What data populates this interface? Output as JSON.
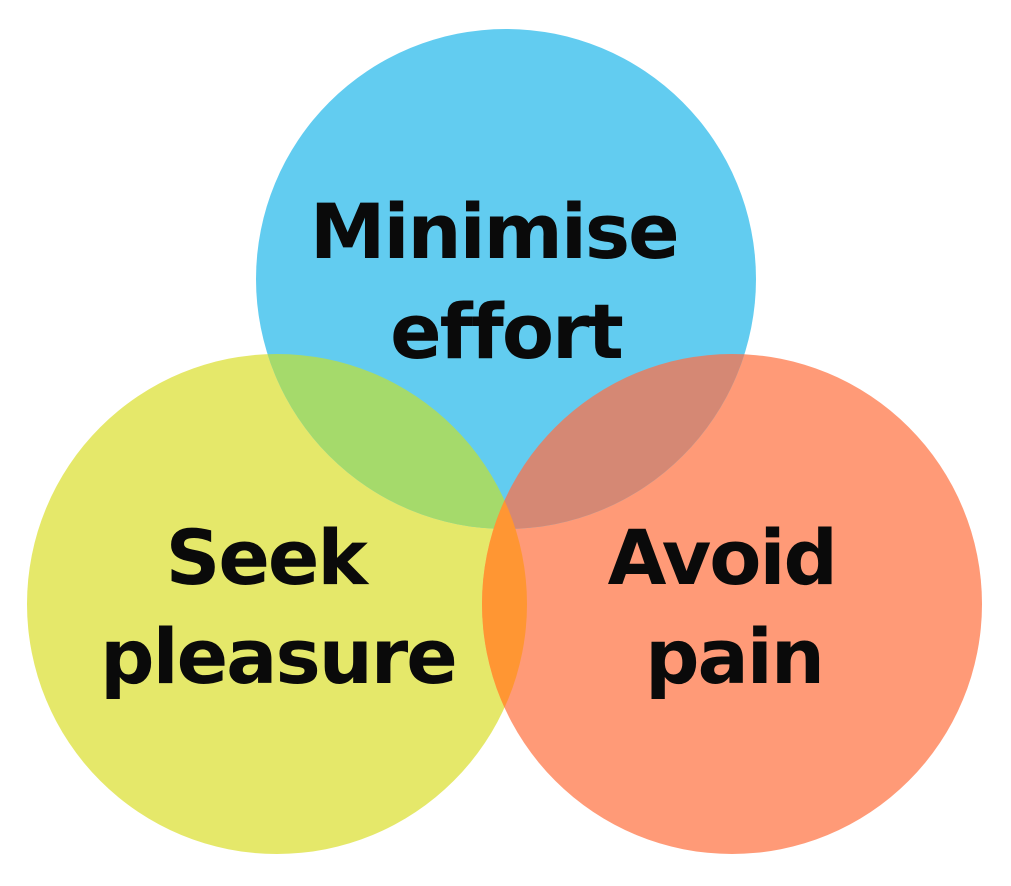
{
  "diagram": {
    "type": "venn",
    "circles": [
      {
        "id": "top",
        "line1": "Minimise",
        "line2": "effort",
        "color": "#62CCF0"
      },
      {
        "id": "left",
        "line1": "Seek",
        "line2": "pleasure",
        "color": "#E5E86A"
      },
      {
        "id": "right",
        "line1": "Avoid",
        "line2": "pain",
        "color": "#FF9A77"
      }
    ],
    "overlap_colors": {
      "top_left": "#A5DA6B",
      "top_right": "#D58874",
      "left_right": "#FF9633"
    }
  }
}
